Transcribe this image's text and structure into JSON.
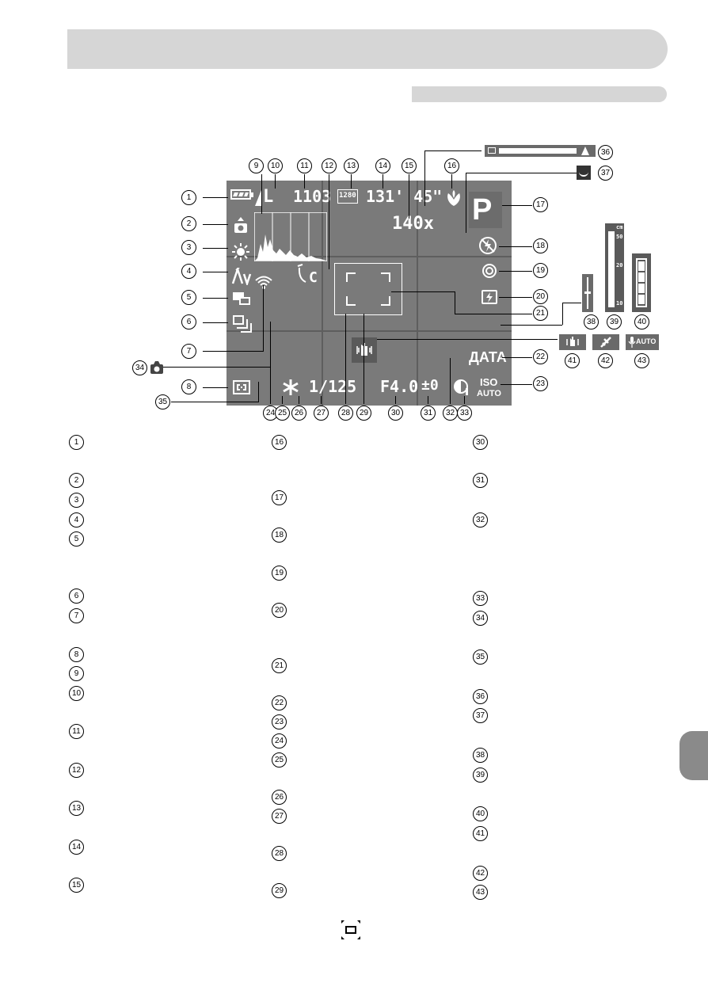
{
  "osd": {
    "quality": "L",
    "shots": "1103",
    "movie_res": "1280",
    "rec_time": "131' 45\"",
    "zoom": "140x",
    "mode": "P",
    "shutter": "1/125",
    "aperture": "F4.0",
    "exposure": "±0",
    "date_stamp": "ДАТА",
    "iso_top": "ISO",
    "iso_bottom": "AUTO",
    "timer_letter": "C",
    "mic_auto": "AUTO",
    "scale_cm": "cm",
    "scale_50": "50",
    "scale_20": "20",
    "scale_10": "10"
  },
  "callouts": [
    "1",
    "2",
    "3",
    "4",
    "5",
    "6",
    "7",
    "8",
    "9",
    "10",
    "11",
    "12",
    "13",
    "14",
    "15",
    "16",
    "17",
    "18",
    "19",
    "20",
    "21",
    "22",
    "23",
    "24",
    "25",
    "26",
    "27",
    "28",
    "29",
    "30",
    "31",
    "32",
    "33",
    "34",
    "35",
    "36",
    "37",
    "38",
    "39",
    "40",
    "41",
    "42",
    "43"
  ],
  "legend": {
    "col1": [
      "1",
      "2",
      "3",
      "4",
      "5",
      "6",
      "7",
      "8",
      "9",
      "10",
      "11",
      "12",
      "13",
      "14",
      "15"
    ],
    "col2": [
      "16",
      "17",
      "18",
      "19",
      "20",
      "21",
      "22",
      "23",
      "24",
      "25",
      "26",
      "27",
      "28",
      "29"
    ],
    "col3": [
      "30",
      "31",
      "32",
      "33",
      "34",
      "35",
      "36",
      "37",
      "38",
      "39",
      "40",
      "41",
      "42",
      "43"
    ]
  },
  "icons": [
    "battery-icon",
    "camera-orientation-icon",
    "white-balance-icon",
    "my-colors-icon",
    "bracketing-icon",
    "drive-mode-icon",
    "wifi-icon",
    "metering-icon",
    "histogram",
    "macro-icon",
    "flash-off-icon",
    "ring-icon",
    "flash-comp-icon",
    "af-frame",
    "camera-shake-icon",
    "hand-shake-icon",
    "airplane-icon",
    "mic-icon",
    "focus-area-icon"
  ]
}
